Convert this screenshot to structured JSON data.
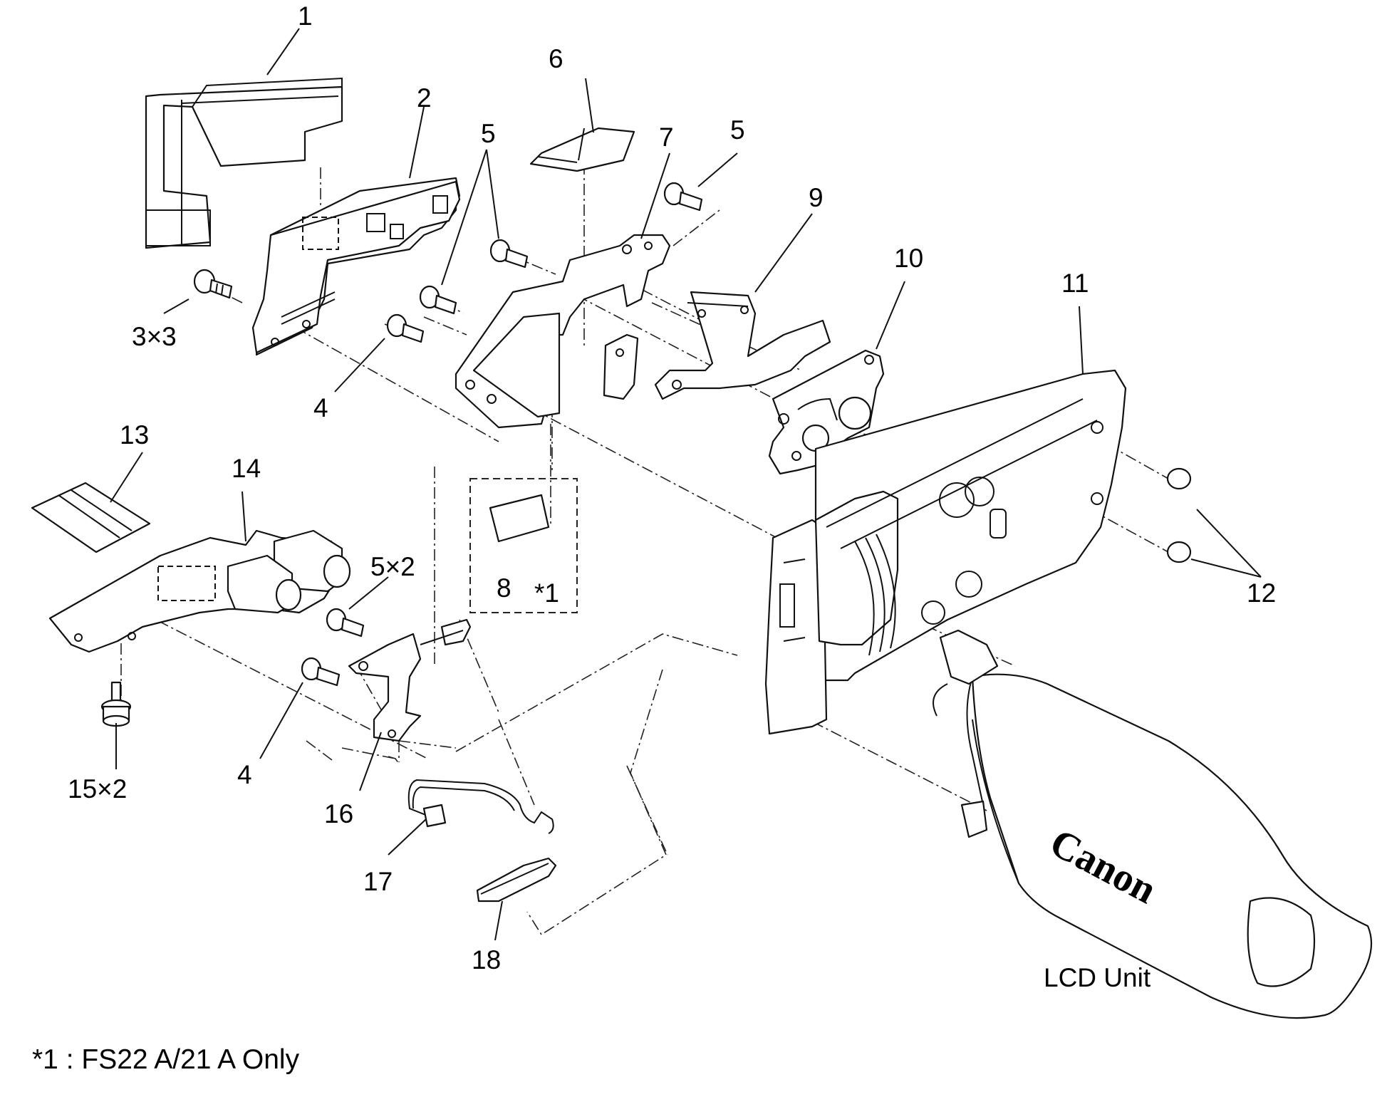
{
  "callouts": {
    "c1": "1",
    "c2": "2",
    "c3": "3×3",
    "c4a": "4",
    "c4b": "4",
    "c5a": "5",
    "c5b": "5",
    "c5x2": "5×2",
    "c6": "6",
    "c7": "7",
    "c8": "8",
    "c9": "9",
    "c10": "10",
    "c11": "11",
    "c12": "12",
    "c13": "13",
    "c14": "14",
    "c15": "15×2",
    "c16": "16",
    "c17": "17",
    "c18": "18",
    "star1": "*1"
  },
  "labels": {
    "lcd_unit": "LCD Unit",
    "brand": "Canon"
  },
  "footnote": "*1 : FS22 A/21 A Only"
}
